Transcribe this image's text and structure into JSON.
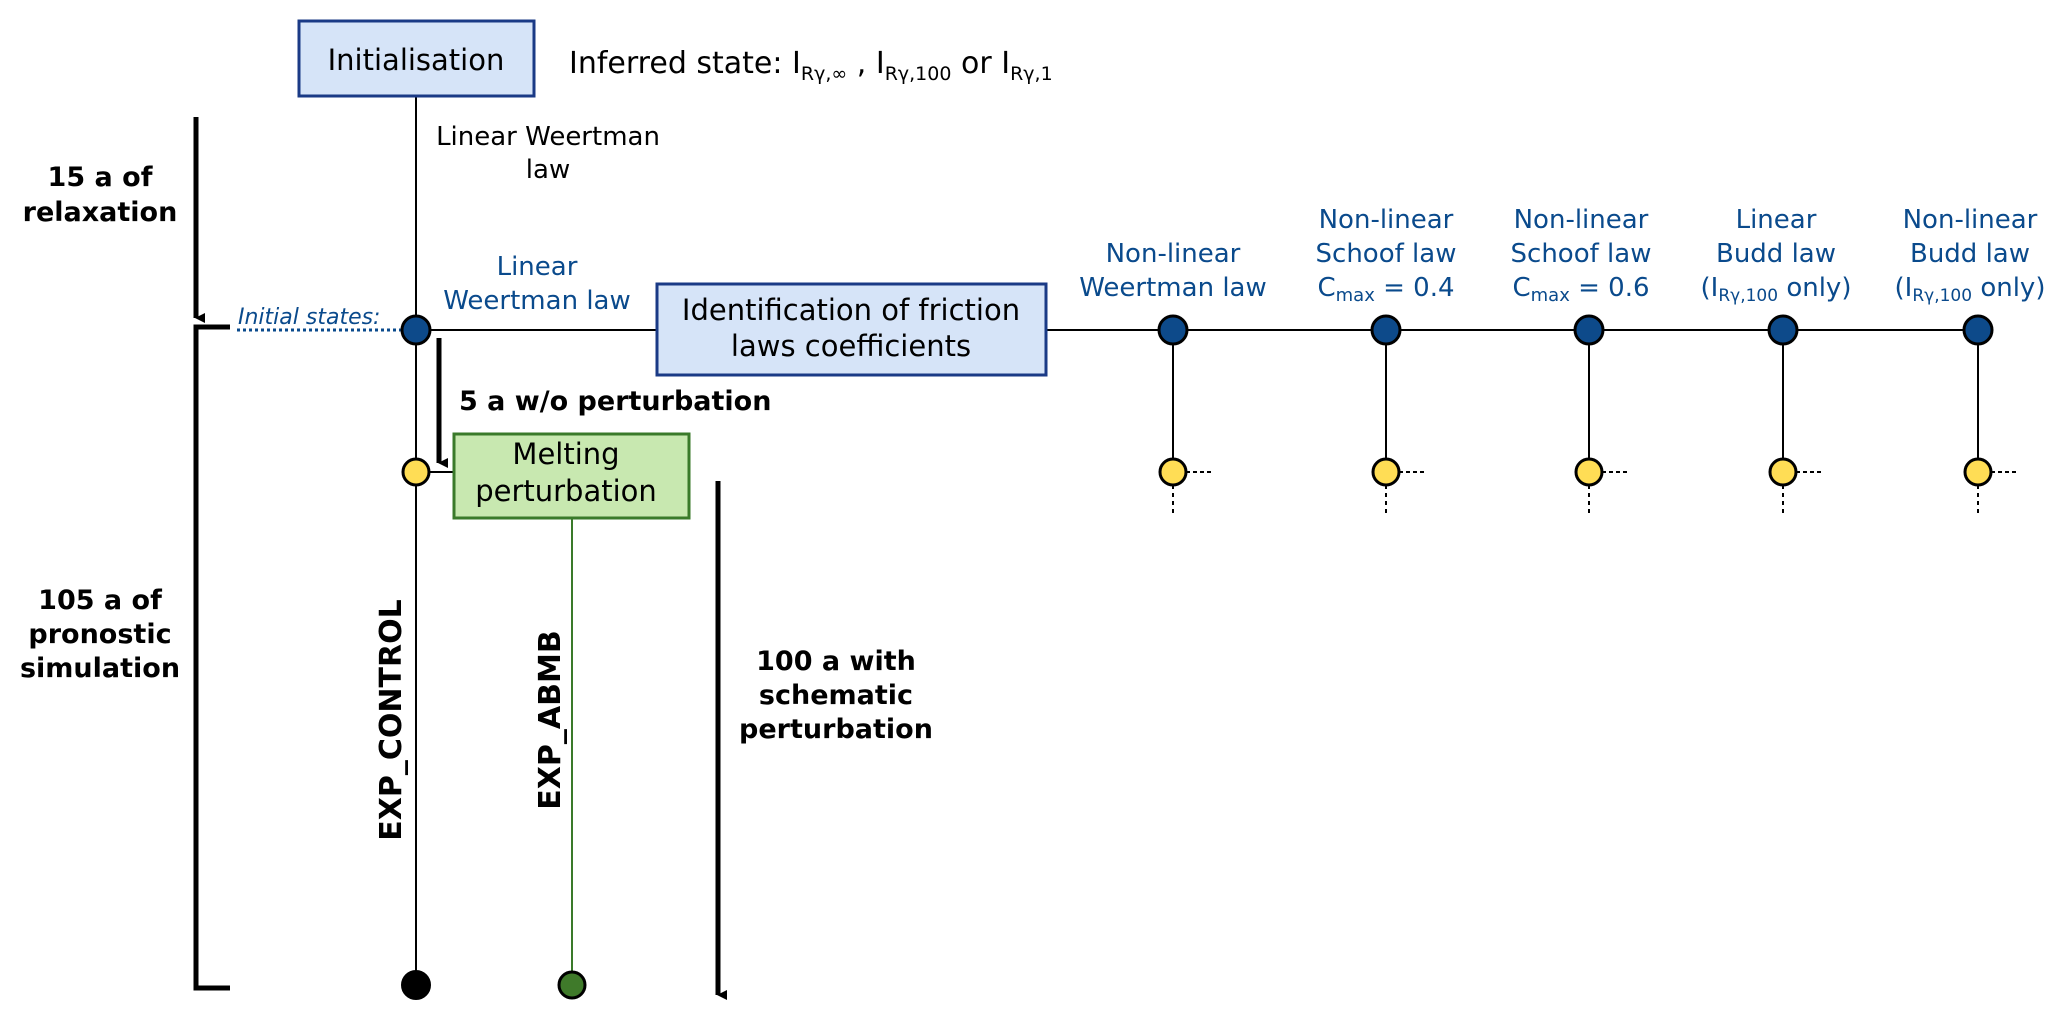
{
  "boxes": {
    "initialisation": "Initialisation",
    "identification_line1": "Identification of friction",
    "identification_line2": "laws coefficients",
    "melting_line1": "Melting",
    "melting_line2": "perturbation"
  },
  "inferred_state": {
    "prefix": "Inferred state: ",
    "i": "I",
    "sub1": "Rγ,∞",
    "sep1": " , ",
    "sub2": "Rγ,100",
    "sep2": " or ",
    "sub3": "Rγ,1"
  },
  "edge_labels": {
    "linear_weertman_top_line1": "Linear Weertman",
    "linear_weertman_top_line2": "law",
    "initial_states": "Initial states:"
  },
  "laws": [
    {
      "lines": [
        "Linear",
        "Weertman law"
      ]
    },
    {
      "lines": [
        "Non-linear",
        "Weertman law"
      ]
    },
    {
      "lines": [
        "Non-linear",
        "Schoof law"
      ],
      "cmax_prefix": "C",
      "cmax_sub": "max",
      "cmax_value": " = 0.4"
    },
    {
      "lines": [
        "Non-linear",
        "Schoof law"
      ],
      "cmax_prefix": "C",
      "cmax_sub": "max",
      "cmax_value": " = 0.6"
    },
    {
      "lines": [
        "Linear",
        "Budd law"
      ],
      "only_open": "(I",
      "only_sub": "Rγ,100",
      "only_close": " only)"
    },
    {
      "lines": [
        "Non-linear",
        "Budd law"
      ],
      "only_open": "(I",
      "only_sub": "Rγ,100",
      "only_close": " only)"
    }
  ],
  "time_labels": {
    "relaxation_line1": "15 a of",
    "relaxation_line2": "relaxation",
    "no_perturbation": "5 a w/o perturbation",
    "prognostic_line1": "105 a of",
    "prognostic_line2": "pronostic",
    "prognostic_line3": "simulation",
    "with_perturbation_line1": "100 a with",
    "with_perturbation_line2": "schematic",
    "with_perturbation_line3": "perturbation"
  },
  "experiments": {
    "control": "EXP_CONTROL",
    "abmb": "EXP_ABMB"
  },
  "colors": {
    "box_blue_fill": "#d6e4f8",
    "box_blue_stroke": "#1a3a86",
    "box_green_fill": "#c8e8b0",
    "box_green_stroke": "#3a7a2a",
    "node_blue": "#0d4a8a",
    "node_yellow": "#ffdd55",
    "node_green": "#3f7a2a",
    "label_blue": "#0a4a8c"
  }
}
